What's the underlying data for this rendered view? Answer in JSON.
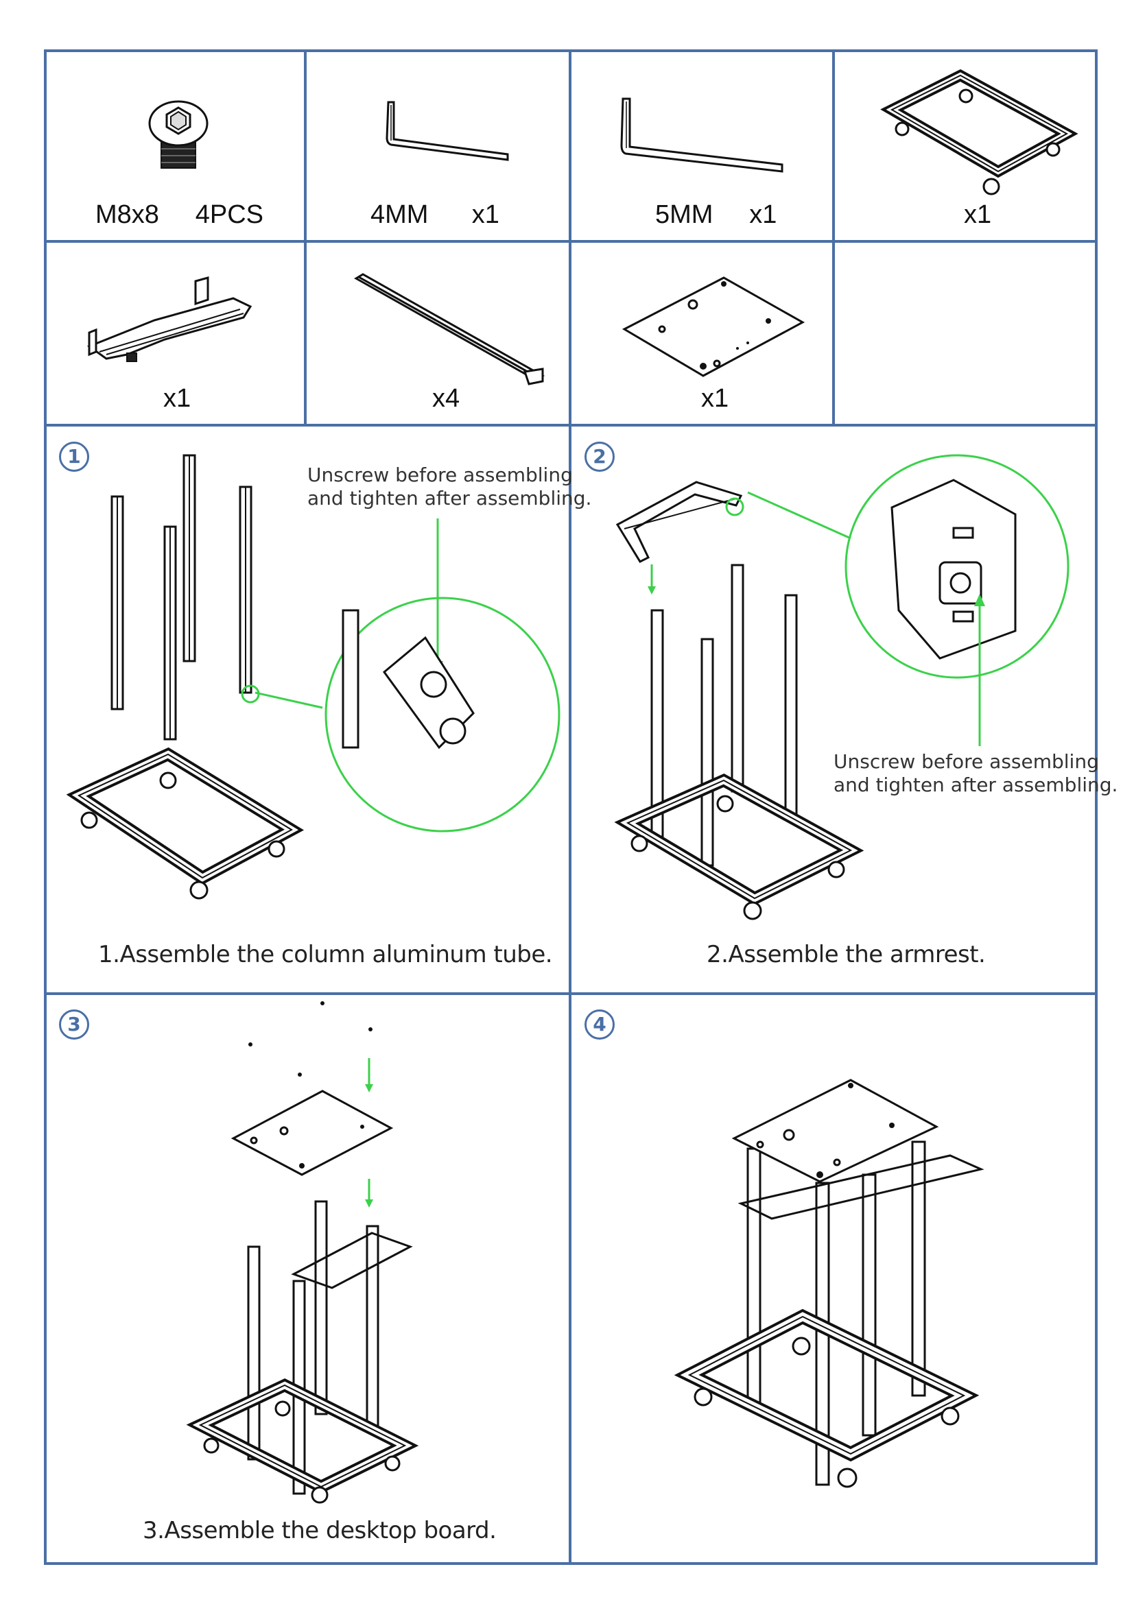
{
  "colors": {
    "grid": "#4a6fa5",
    "callout": "#3bd14a"
  },
  "parts": [
    {
      "label": "M8x8     4PCS",
      "icon": "button-head-screw-icon"
    },
    {
      "label": "4MM      x1",
      "icon": "hex-key-small-icon"
    },
    {
      "label": "5MM     x1",
      "icon": "hex-key-large-icon"
    },
    {
      "label": "x1",
      "icon": "caster-base-frame-icon"
    },
    {
      "label": "x1",
      "icon": "armrest-frame-icon"
    },
    {
      "label": "x4",
      "icon": "aluminum-column-icon"
    },
    {
      "label": "x1",
      "icon": "desktop-board-icon"
    }
  ],
  "steps": [
    {
      "number": "1",
      "caption": "1.Assemble the column aluminum tube.",
      "note": "Unscrew before assembling\nand tighten after assembling."
    },
    {
      "number": "2",
      "caption": "2.Assemble the armrest.",
      "note": "Unscrew before assembling\nand tighten after assembling."
    },
    {
      "number": "3",
      "caption": "3.Assemble the desktop board."
    },
    {
      "number": "4"
    }
  ]
}
